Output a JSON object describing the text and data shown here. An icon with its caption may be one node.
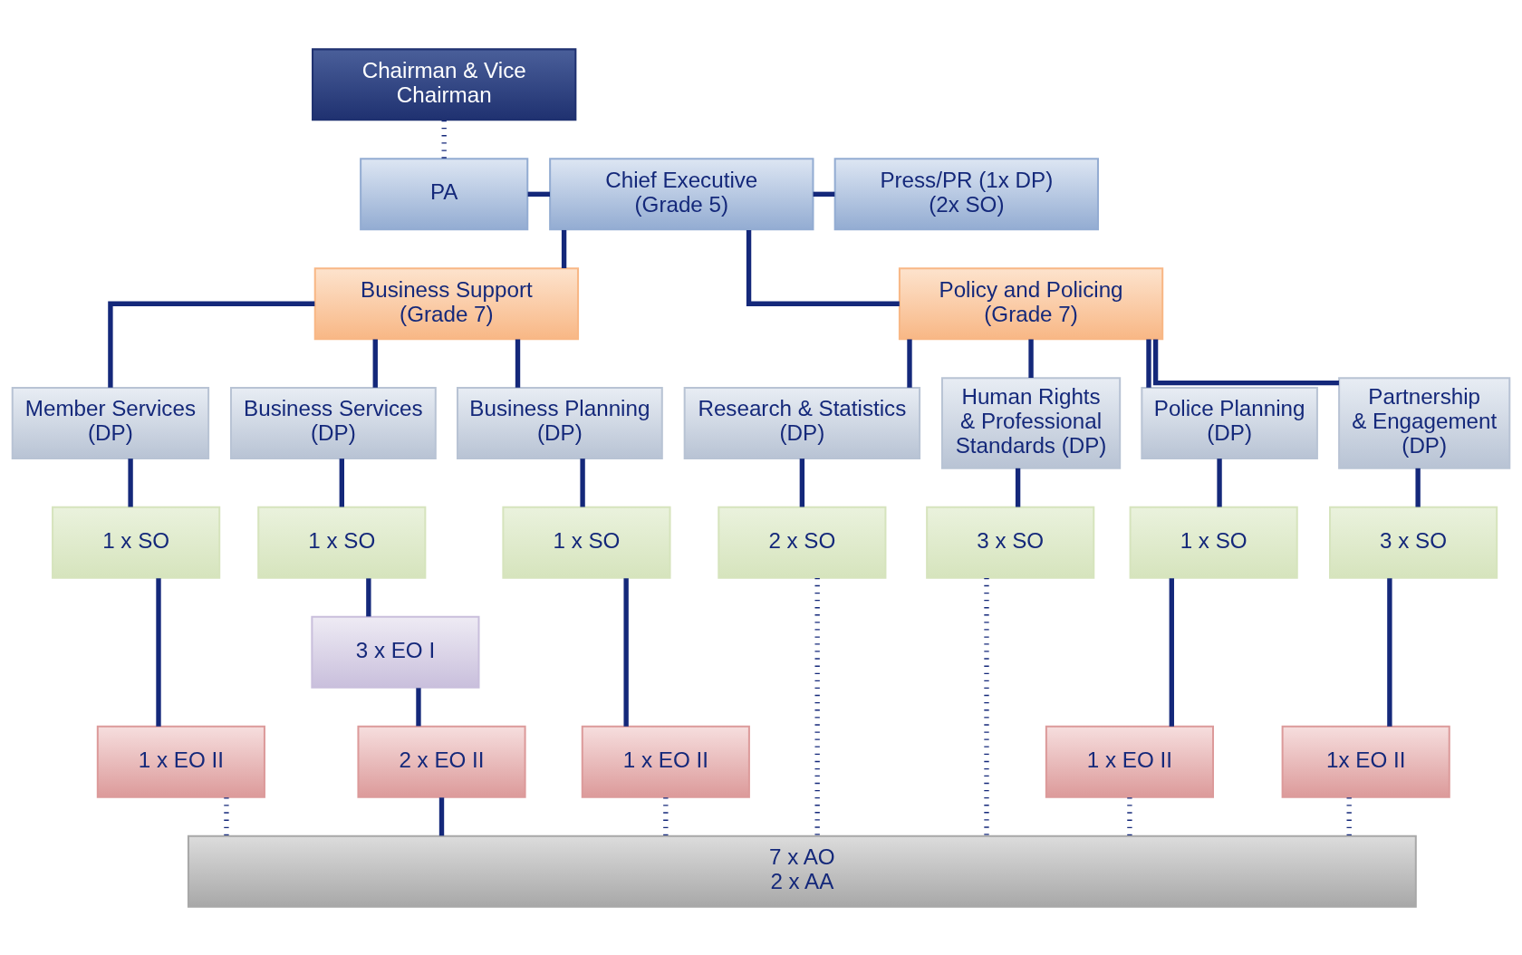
{
  "diagram": {
    "nodes": [
      {
        "text": [
          "Chairman & Vice Chairman"
        ]
      },
      {
        "text": [
          "PA"
        ]
      },
      {
        "text": [
          "Chief Executive (Grade 5)"
        ]
      },
      {
        "text": [
          "Press/PR (1x DP) (2x SO)"
        ]
      },
      {
        "text": [
          "Business Support (Grade 7)"
        ]
      },
      {
        "text": [
          "Policy and Policing (Grade 7)"
        ]
      },
      {
        "text": [
          "Member Services (DP)"
        ]
      },
      {
        "text": [
          "Business Services (DP)"
        ]
      },
      {
        "text": [
          "Business Planning (DP)"
        ]
      },
      {
        "text": [
          "Research & Statistics (DP)"
        ]
      },
      {
        "text": [
          "Human Rights & Professional Standards (DP)"
        ]
      },
      {
        "text": [
          "Police Planning (DP)"
        ]
      },
      {
        "text": [
          "Partnership & Engagement (DP)"
        ]
      },
      {
        "text": [
          "1 x SO"
        ]
      },
      {
        "text": [
          "1 x SO"
        ]
      },
      {
        "text": [
          "1 x SO"
        ]
      },
      {
        "text": [
          "2 x SO"
        ]
      },
      {
        "text": [
          "3 x SO"
        ]
      },
      {
        "text": [
          "1 x SO"
        ]
      },
      {
        "text": [
          "3 x SO"
        ]
      },
      {
        "text": [
          "3 x EO I"
        ]
      },
      {
        "text": [
          "1 x EO II"
        ]
      },
      {
        "text": [
          "2 x EO II"
        ]
      },
      {
        "text": [
          "1 x EO II"
        ]
      },
      {
        "text": [
          "1 x EO II"
        ]
      },
      {
        "text": [
          "1x EO II"
        ]
      },
      {
        "text": [
          "7 x AO 2 x AA"
        ]
      }
    ],
    "edges": [
      {
        "from": 0,
        "to": 1,
        "arrow": "none",
        "style": "dashed"
      },
      {
        "from": 1,
        "to": 2,
        "arrow": "none"
      },
      {
        "from": 2,
        "to": 3,
        "arrow": "none"
      },
      {
        "from": 2,
        "to": 4,
        "arrow": "none"
      },
      {
        "from": 2,
        "to": 5,
        "arrow": "none"
      },
      {
        "from": 4,
        "to": 6,
        "arrow": "none"
      },
      {
        "from": 4,
        "to": 7,
        "arrow": "none"
      },
      {
        "from": 4,
        "to": 8,
        "arrow": "none"
      },
      {
        "from": 5,
        "to": 9,
        "arrow": "none"
      },
      {
        "from": 5,
        "to": 10,
        "arrow": "none"
      },
      {
        "from": 5,
        "to": 11,
        "arrow": "none"
      },
      {
        "from": 5,
        "to": 12,
        "arrow": "none"
      },
      {
        "from": 6,
        "to": 13,
        "arrow": "none"
      },
      {
        "from": 7,
        "to": 14,
        "arrow": "none"
      },
      {
        "from": 8,
        "to": 15,
        "arrow": "none"
      },
      {
        "from": 9,
        "to": 16,
        "arrow": "none"
      },
      {
        "from": 10,
        "to": 17,
        "arrow": "none"
      },
      {
        "from": 11,
        "to": 18,
        "arrow": "none"
      },
      {
        "from": 12,
        "to": 19,
        "arrow": "none"
      },
      {
        "from": 13,
        "to": 21,
        "arrow": "none"
      },
      {
        "from": 14,
        "to": 20,
        "arrow": "none"
      },
      {
        "from": 20,
        "to": 22,
        "arrow": "none"
      },
      {
        "from": 15,
        "to": 23,
        "arrow": "none"
      },
      {
        "from": 18,
        "to": 24,
        "arrow": "none"
      },
      {
        "from": 19,
        "to": 25,
        "arrow": "none"
      },
      {
        "from": 21,
        "to": 26,
        "arrow": "none",
        "style": "dashed"
      },
      {
        "from": 22,
        "to": 26,
        "arrow": "none"
      },
      {
        "from": 23,
        "to": 26,
        "arrow": "none",
        "style": "dashed"
      },
      {
        "from": 16,
        "to": 26,
        "arrow": "none",
        "style": "dashed"
      },
      {
        "from": 17,
        "to": 26,
        "arrow": "none",
        "style": "dashed"
      },
      {
        "from": 24,
        "to": 26,
        "arrow": "none",
        "style": "dashed"
      },
      {
        "from": 25,
        "to": 26,
        "arrow": "none",
        "style": "dashed"
      }
    ]
  }
}
